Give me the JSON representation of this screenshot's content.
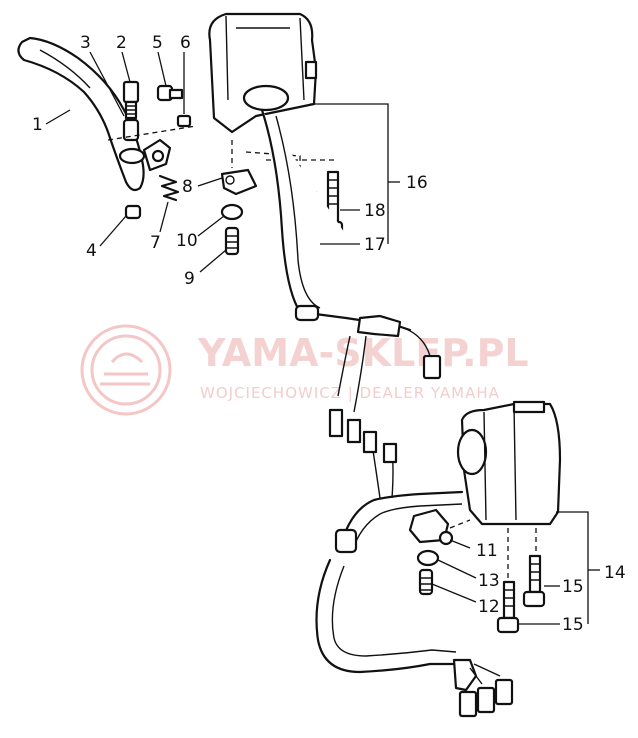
{
  "watermark": {
    "title": "YAMA-SKLEP.PL",
    "subtitle": "WOJCIECHOWICZ | DEALER YAMAHA",
    "color": "#f2c4c4"
  },
  "callouts": {
    "c1": "1",
    "c2": "2",
    "c3": "3",
    "c4": "4",
    "c5": "5",
    "c6": "6",
    "c7": "7",
    "c8": "8",
    "c9": "9",
    "c10": "10",
    "c11": "11",
    "c12": "12",
    "c13": "13",
    "c14": "14",
    "c15a": "15",
    "c15b": "15",
    "c16": "16",
    "c17": "17",
    "c18": "18"
  }
}
